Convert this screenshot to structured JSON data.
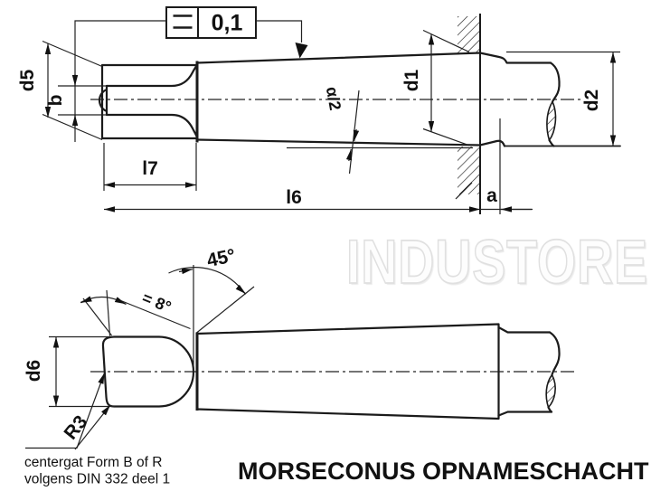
{
  "drawing": {
    "title": "MORSECONUS OPNAMESCHACHT",
    "watermark": "INDUSTORE",
    "note_line1": "centergat Form B of R",
    "note_line2": "volgens DIN 332 deel 1"
  },
  "tolerance_frame": {
    "symbol": "parallelism",
    "value": "0,1"
  },
  "dim_labels": {
    "d5": "d5",
    "b": "b",
    "l7": "l7",
    "l6": "l6",
    "a": "a",
    "d1": "d1",
    "d2": "d2",
    "alpha_half": "α/2",
    "d6": "d6",
    "r3": "R3",
    "angle_45": "45°",
    "angle_8": "= 8°"
  },
  "colors": {
    "line": "#1b1b1b",
    "dim_line": "#222222",
    "watermark_outline": "#e0e0e0",
    "background": "#ffffff"
  }
}
